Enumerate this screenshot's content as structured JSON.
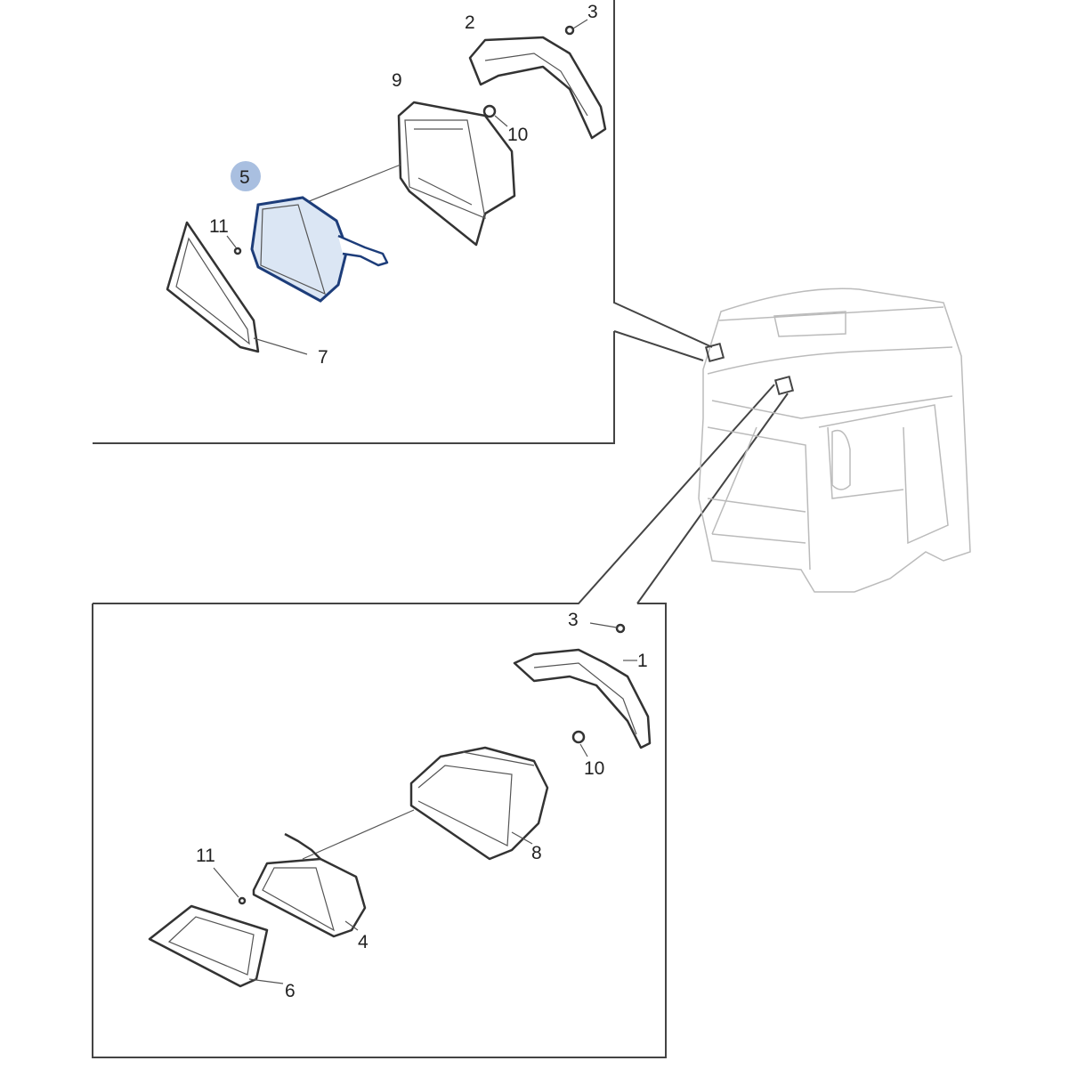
{
  "diagram": {
    "highlight_color": "#a9bfe0",
    "top_panel": {
      "callouts": [
        {
          "id": "c2",
          "label": "2"
        },
        {
          "id": "c3",
          "label": "3"
        },
        {
          "id": "c9",
          "label": "9"
        },
        {
          "id": "c10",
          "label": "10"
        },
        {
          "id": "c5",
          "label": "5",
          "highlighted": true
        },
        {
          "id": "c11",
          "label": "11"
        },
        {
          "id": "c7",
          "label": "7"
        }
      ]
    },
    "bottom_panel": {
      "callouts": [
        {
          "id": "c3",
          "label": "3"
        },
        {
          "id": "c1",
          "label": "1"
        },
        {
          "id": "c10",
          "label": "10"
        },
        {
          "id": "c8",
          "label": "8"
        },
        {
          "id": "c11",
          "label": "11"
        },
        {
          "id": "c4",
          "label": "4"
        },
        {
          "id": "c6",
          "label": "6"
        }
      ]
    }
  }
}
